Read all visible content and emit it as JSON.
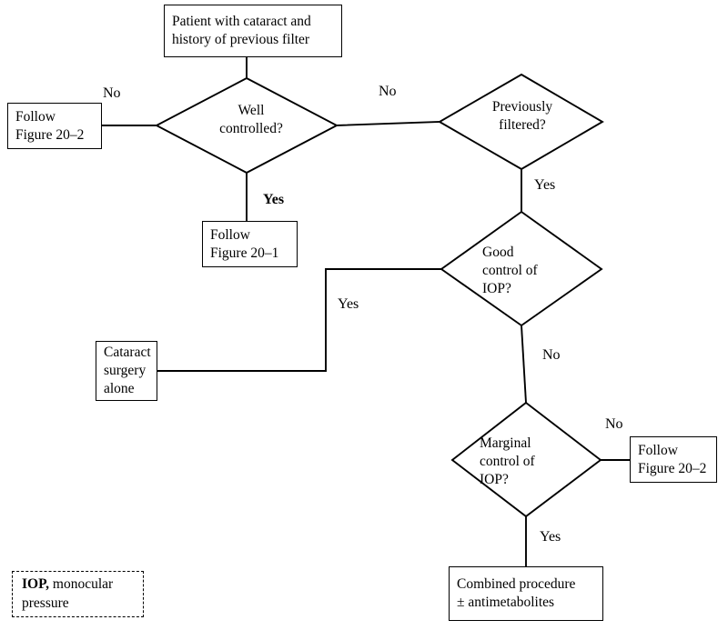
{
  "figure": {
    "title": "Cataract and previous filter management algorithm",
    "stroke_color": "#000000",
    "background_color": "#ffffff"
  },
  "nodes": {
    "start_box": {
      "text": "Patient with cataract and\nhistory of previous filter"
    },
    "well_controlled": {
      "text": "Well\ncontrolled?"
    },
    "follow_fig_20_2_left": {
      "text": "Follow\nFigure 20–2"
    },
    "previously_filtered": {
      "text": "Previously\nfiltered?"
    },
    "follow_fig_20_1": {
      "text": "Follow\nFigure 20–1"
    },
    "good_control": {
      "text": "Good\ncontrol of\nIOP?"
    },
    "cataract_surgery_alone": {
      "text": "Cataract\nsurgery\nalone"
    },
    "marginal_control": {
      "text": "Marginal\ncontrol of\nIOP?"
    },
    "follow_fig_20_2_right": {
      "text": "Follow\nFigure 20–2"
    },
    "combined_procedure": {
      "text": "Combined procedure\n± antimetabolites"
    },
    "legend": {
      "abbrev": "IOP,",
      "definition": " monocular\npressure"
    }
  },
  "edge_labels": {
    "well_controlled_no": "No",
    "well_controlled_yes": "Yes",
    "previously_filtered_no": "No",
    "previously_filtered_yes": "Yes",
    "good_control_yes": "Yes",
    "good_control_no": "No",
    "marginal_control_no": "No",
    "marginal_control_yes": "Yes"
  }
}
